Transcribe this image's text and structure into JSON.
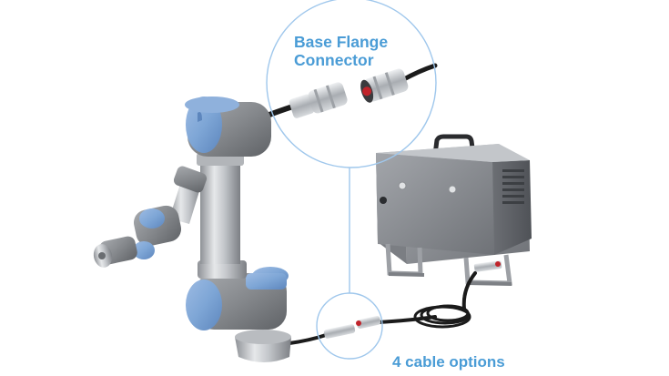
{
  "labels": {
    "base_flange_line1": "Base Flange",
    "base_flange_line2": "Connector",
    "cable_options": "4 cable options"
  },
  "colors": {
    "accent": "#4a9cd6",
    "robot_blue": "#7ea6d6",
    "robot_gray": "#8a8d91",
    "aluminum": "#c9ccd0",
    "box_body": "#8d9096",
    "cable": "#1b1b1b",
    "connector_red": "#c0242b"
  },
  "icons": {
    "robot": "robot-arm-icon",
    "controller": "controller-box-icon",
    "connector": "connector-icon"
  }
}
